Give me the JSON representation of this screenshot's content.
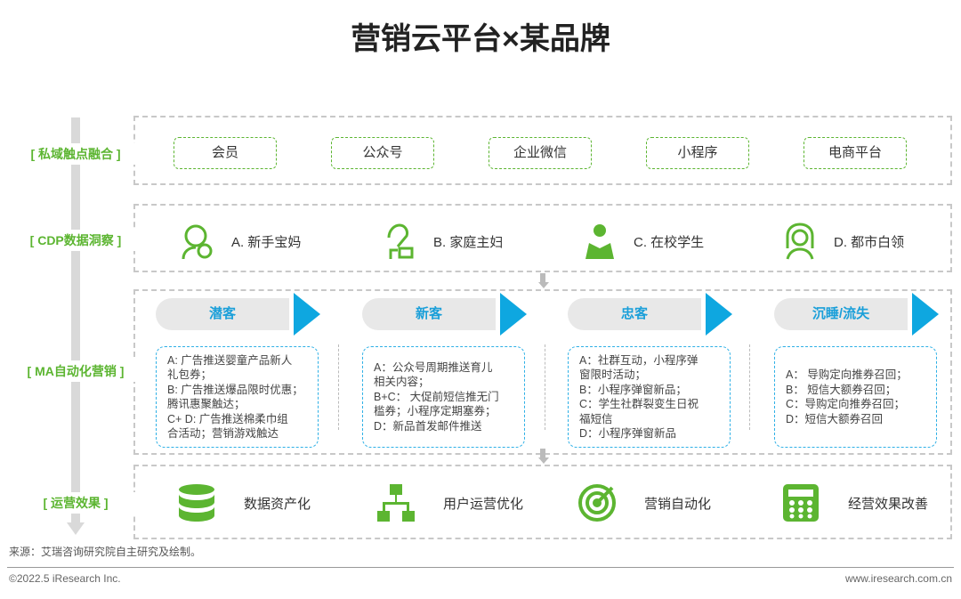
{
  "title": "营销云平台×某品牌",
  "row_labels": [
    "[ 私域触点融合 ]",
    "[ CDP数据洞察 ]",
    "[ MA自动化营销 ]",
    "[ 运营效果 ]"
  ],
  "touchpoints": [
    "会员",
    "公众号",
    "企业微信",
    "小程序",
    "电商平台"
  ],
  "personas": [
    {
      "label": "A. 新手宝妈",
      "icon": "mother-baby-icon"
    },
    {
      "label": "B. 家庭主妇",
      "icon": "housewife-icon"
    },
    {
      "label": "C. 在校学生",
      "icon": "student-icon"
    },
    {
      "label": "D. 都市白领",
      "icon": "office-worker-icon"
    }
  ],
  "stages": [
    {
      "name": "潜客",
      "lines": [
        "A: 广告推送婴童产品新人",
        "礼包券；",
        "B: 广告推送爆品限时优惠；",
        "腾讯惠聚触达；",
        "C+ D: 广告推送棉柔巾组",
        "合活动；营销游戏触达"
      ]
    },
    {
      "name": "新客",
      "lines": [
        "A：公众号周期推送育儿",
        "相关内容；",
        "B+C： 大促前短信推无门",
        "槛券；小程序定期塞券；",
        "D：新品首发邮件推送"
      ]
    },
    {
      "name": "忠客",
      "lines": [
        "A：社群互动，小程序弹",
        "窗限时活动；",
        "B：小程序弹窗新品；",
        "C：学生社群裂变生日祝",
        "福短信",
        "D：小程序弹窗新品"
      ]
    },
    {
      "name": "沉睡/流失",
      "lines": [
        "A： 导购定向推券召回；",
        "B： 短信大额券召回；",
        "C：导购定向推券召回；",
        "D：短信大额券召回"
      ]
    }
  ],
  "effects": [
    {
      "label": "数据资产化",
      "icon": "database-icon"
    },
    {
      "label": "用户运营优化",
      "icon": "org-chart-icon"
    },
    {
      "label": "营销自动化",
      "icon": "target-icon"
    },
    {
      "label": "经营效果改善",
      "icon": "calculator-icon"
    }
  ],
  "source": "来源：艾瑞咨询研究院自主研究及绘制。",
  "copyright": "©2022.5 iResearch Inc.",
  "website": "www.iresearch.com.cn",
  "colors": {
    "green": "#5cb531",
    "blue": "#0ea7e0"
  }
}
